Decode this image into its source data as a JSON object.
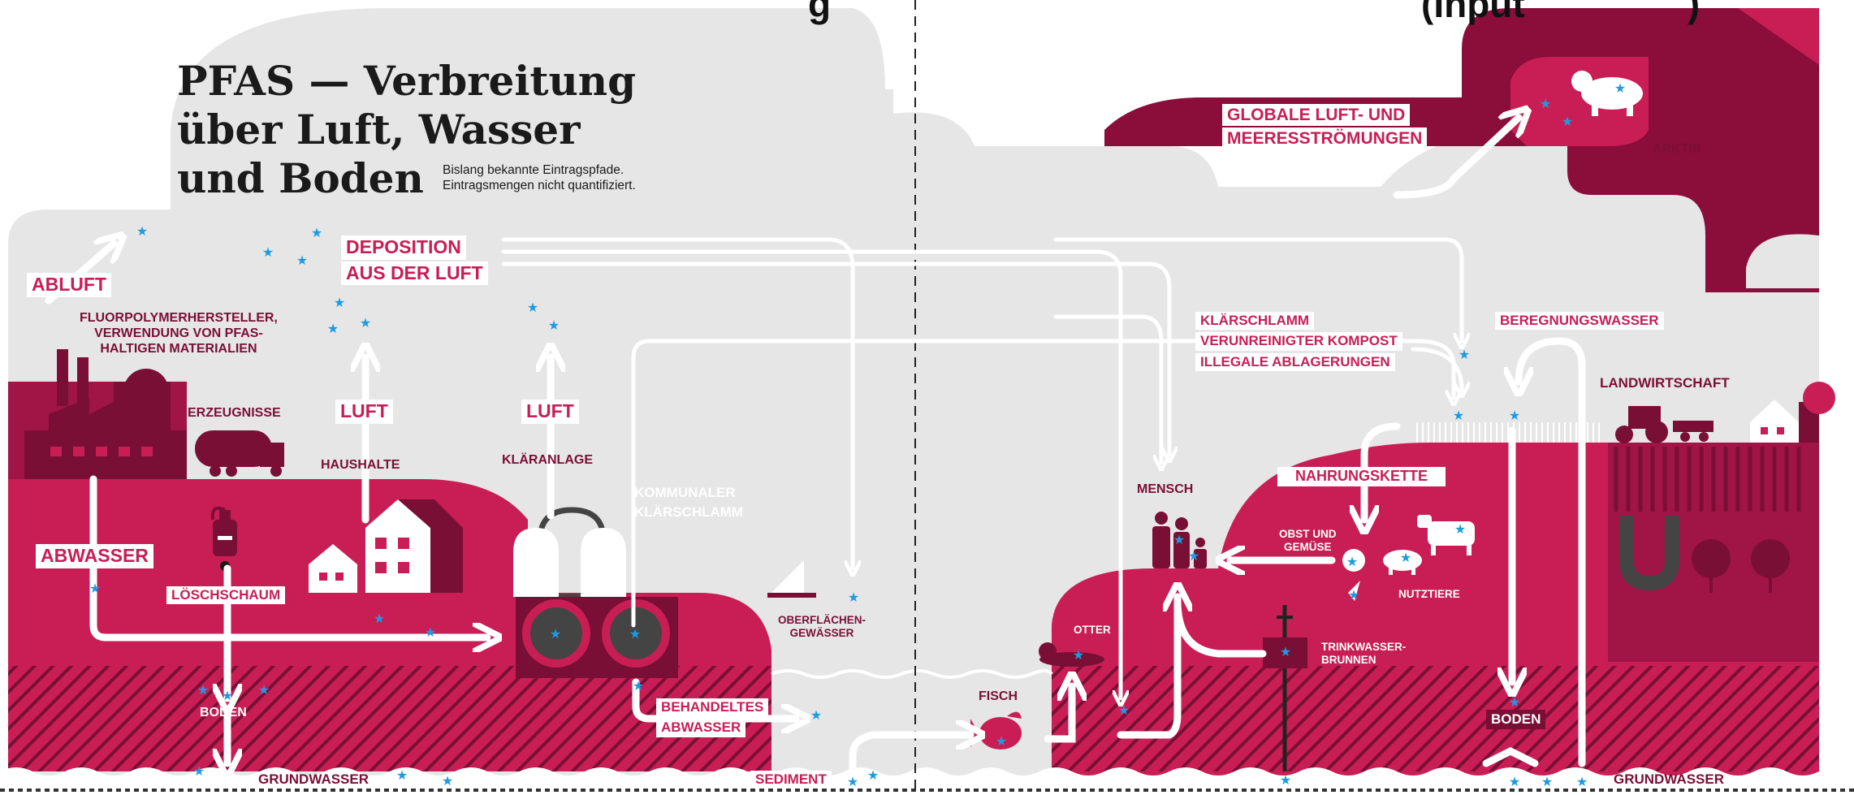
{
  "header": {
    "top_left": "g",
    "top_right": "(Input",
    "top_right_end": ")",
    "title_lines": [
      "PFAS — Verbreitung",
      "über Luft, Wasser",
      "und Boden"
    ],
    "subtitle_lines": [
      "Bislang bekannte Eintragspfade.",
      "Eintragsmengen nicht quantifiziert."
    ]
  },
  "labels": {
    "abluft": "ABLUFT",
    "deposition_1": "DEPOSITION",
    "deposition_2": "AUS DER LUFT",
    "fluor_1": "FLUORPOLYMERHERSTELLER,",
    "fluor_2": "VERWENDUNG VON PFAS-",
    "fluor_3": "HALTIGEN MATERIALIEN",
    "erzeugnisse": "ERZEUGNISSE",
    "luft_1": "LUFT",
    "luft_2": "LUFT",
    "haushalte": "HAUSHALTE",
    "klaeranlage": "KLÄRANLAGE",
    "kommunal_1": "KOMMUNALER",
    "kommunal_2": "KLÄRSCHLAMM",
    "abwasser": "ABWASSER",
    "loeschschaum": "LÖSCHSCHAUM",
    "boden_left": "BODEN",
    "grundwasser_left": "GRUNDWASSER",
    "behandelt_1": "BEHANDELTES",
    "behandelt_2": "ABWASSER",
    "sediment": "SEDIMENT",
    "oberflaechen_1": "OBERFLÄCHEN-",
    "oberflaechen_2": "GEWÄSSER",
    "fisch": "FISCH",
    "otter": "OTTER",
    "mensch": "MENSCH",
    "global_1": "GLOBALE LUFT- UND",
    "global_2": "MEERESSTRÖMUNGEN",
    "arktis": "ARKTIS",
    "klaer_r": "KLÄRSCHLAMM",
    "kompost": "VERUNREINIGTER KOMPOST",
    "illegal": "ILLEGALE ABLAGERUNGEN",
    "beregnung": "BEREGNUNGSWASSER",
    "landwirtschaft": "LANDWIRTSCHAFT",
    "nahrungskette": "NAHRUNGSKETTE",
    "obst_1": "OBST UND",
    "obst_2": "GEMÜSE",
    "nutztiere": "NUTZTIERE",
    "trink_1": "TRINKWASSER-",
    "trink_2": "BRUNNEN",
    "boden_right": "BODEN",
    "grundwasser_right": "GRUNDWASSER"
  },
  "colors": {
    "pink": "#c81e55",
    "dark": "#7a0f35",
    "grey": "#e6e6e6",
    "star": "#1e9be0"
  }
}
